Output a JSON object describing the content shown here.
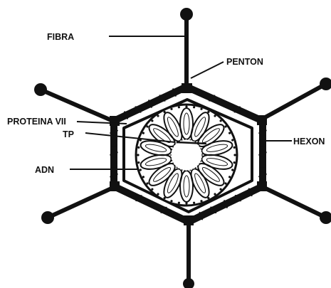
{
  "diagram": {
    "labels": {
      "fibra": "FIBRA",
      "penton": "PENTON",
      "proteina_vii": "PROTEINA VII",
      "tp": "TP",
      "hexon": "HEXON",
      "adn": "ADN"
    },
    "colors": {
      "ink": "#111111",
      "background": "#ffffff",
      "core_fill": "#ffffff"
    }
  }
}
